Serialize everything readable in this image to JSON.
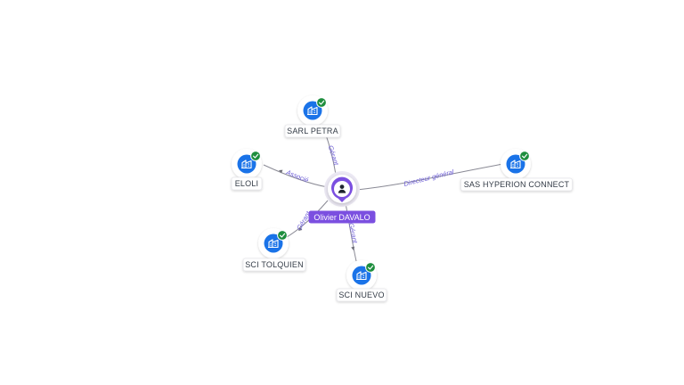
{
  "graph": {
    "center": {
      "label": "Olivier DAVALO",
      "icon": "person-icon",
      "color": "#7b4fe0"
    },
    "nodes": [
      {
        "id": "sarl-petra",
        "label": "SARL PETRA",
        "icon": "company-building-icon",
        "status": "verified-check-icon"
      },
      {
        "id": "eloli",
        "label": "ELOLI",
        "icon": "company-building-icon",
        "status": "verified-check-icon"
      },
      {
        "id": "sas-hyperion",
        "label": "SAS HYPERION CONNECT",
        "icon": "company-building-icon",
        "status": "verified-check-icon"
      },
      {
        "id": "sci-tolquien",
        "label": "SCI TOLQUIEN",
        "icon": "company-building-icon",
        "status": "verified-check-icon"
      },
      {
        "id": "sci-nuevo",
        "label": "SCI NUEVO",
        "icon": "company-building-icon",
        "status": "verified-check-icon"
      }
    ],
    "edges": [
      {
        "to": "sarl-petra",
        "label": "Gérant"
      },
      {
        "to": "eloli",
        "label": "Associé"
      },
      {
        "to": "sas-hyperion",
        "label": "Directeur général"
      },
      {
        "to": "sci-tolquien",
        "label": "Gérant"
      },
      {
        "to": "sci-nuevo",
        "label": "Gérant"
      }
    ],
    "colors": {
      "company_fill": "#1a73e8",
      "check_fill": "#1e8e3e",
      "edge_label": "#6b5bd6",
      "edge_line": "#8a8a95",
      "center_fill": "#7b4fe0"
    }
  }
}
